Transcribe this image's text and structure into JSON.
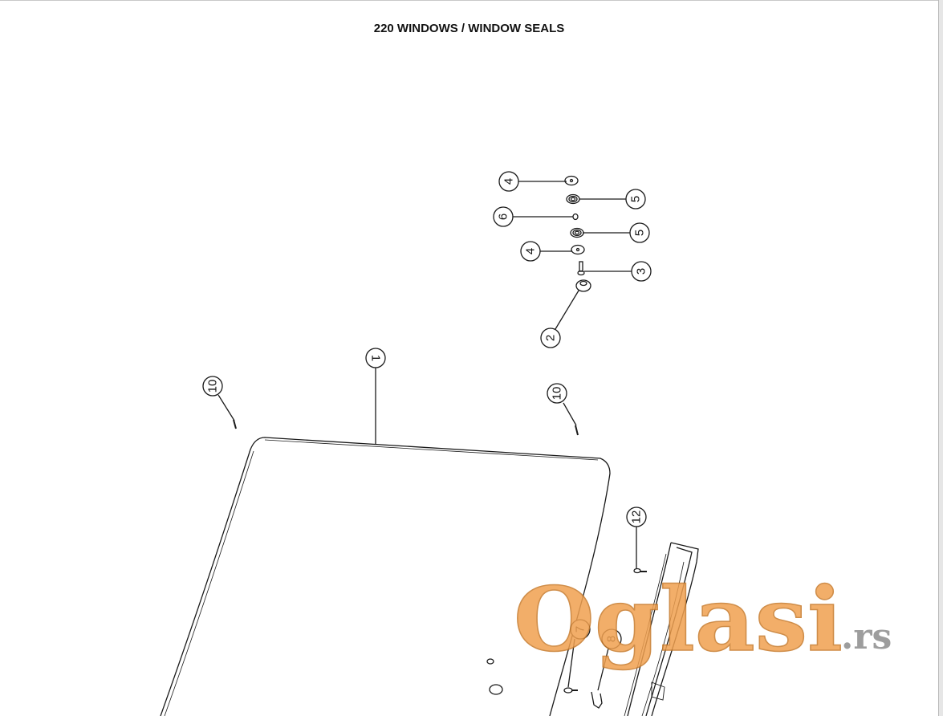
{
  "title": "220 WINDOWS / WINDOW SEALS",
  "callouts": [
    "1",
    "2",
    "3",
    "4",
    "4",
    "5",
    "5",
    "6",
    "7",
    "8",
    "10",
    "10",
    "12"
  ],
  "watermark": {
    "brand": "Oglasi",
    "suffix": ".rs",
    "color": "#f0a050"
  },
  "colors": {
    "line": "#1a1a1a",
    "background": "#ffffff"
  }
}
